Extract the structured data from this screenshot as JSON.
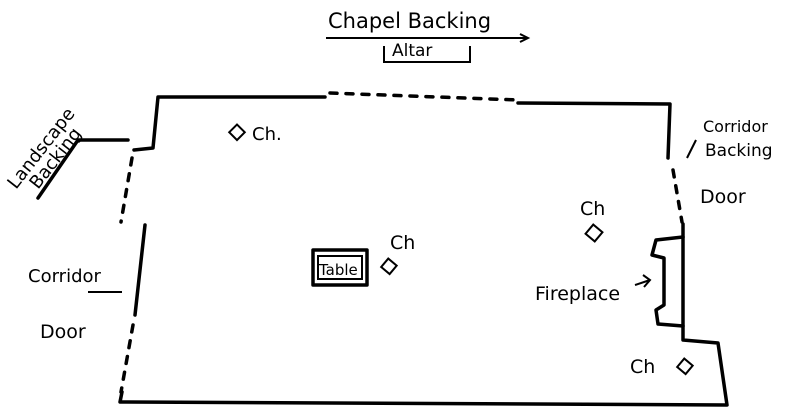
{
  "title": "Chapel Backing",
  "altar": "Altar",
  "labels": {
    "landscape": "Landscape",
    "backing": "Backing",
    "corridor_backing_1": "Corridor",
    "corridor_backing_2": "Backing",
    "door_right": "Door",
    "corridor_left": "Corridor",
    "door_left": "Door",
    "fireplace": "Fireplace",
    "table": "Table"
  },
  "chairs": [
    "Ch.",
    "Ch",
    "Ch",
    "Ch"
  ]
}
